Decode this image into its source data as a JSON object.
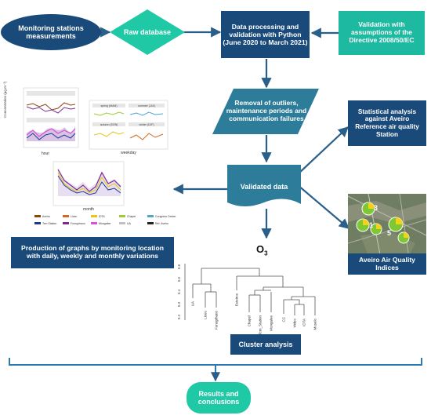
{
  "colors": {
    "navy": "#1a4a7a",
    "teal": "#2d7d9a",
    "mint": "#20c9a6",
    "seafoam": "#1db9a0",
    "arrow": "#2a5f8a",
    "bracket": "#2a79b0"
  },
  "nodes": {
    "monitoring": "Monitoring stations measurements",
    "raw_db": "Raw database",
    "processing": "Data processing and validation with Python (June 2020 to March 2021)",
    "directive": "Validation with assumptions of the Directive 2008/50/EC",
    "removal": "Removal of outliers, maintenance periods and communication failures",
    "statistical": "Statistical analysis against Aveiro Reference air quality Station",
    "validated": "Validated data",
    "graphs": "Production of graphs by monitoring location with daily, weekly and monthly variations",
    "aqi": "Aveiro Air Quality Indices",
    "cluster_title": "O",
    "cluster_title_sub": "3",
    "cluster": "Cluster analysis",
    "results": "Results and conclusions"
  },
  "dendrogram": {
    "y_ticks": [
      "0.6",
      "0.5",
      "0.4",
      "0.3",
      "0.2"
    ],
    "leaves": [
      "UA",
      "Liceu",
      "Fonsgrhano",
      "Esteiros",
      "Chapel",
      "Tcm_Station",
      "Mongalee",
      "CC",
      "Video",
      "IDTA",
      "Muselo"
    ]
  },
  "thumbnails": {
    "weekday_axis": "weekday",
    "hour_axis": "hour",
    "month_axis": "month",
    "panel_spring": "spring (MAM)",
    "panel_summer": "summer (JJA)",
    "panel_autumn": "autumn (SON)",
    "panel_winter": "winter (DJF)",
    "ylabel": "Concentration (µg m⁻³)",
    "legend": [
      "Aveiro",
      "Liceu",
      "IDTA",
      "Chapel",
      "Congress Center",
      "Tcm Station",
      "Fonsgrhano",
      "Mongalee",
      "UA",
      "Ref. Aveiro"
    ],
    "legend_colors": [
      "#8b4513",
      "#d2691e",
      "#e6c619",
      "#9acd32",
      "#4fa3d6",
      "#1a3a8a",
      "#7b2d8e",
      "#d94fd9",
      "#c0c0c0",
      "#222222"
    ]
  },
  "map": {
    "pins": [
      "1",
      "3",
      "5"
    ]
  }
}
